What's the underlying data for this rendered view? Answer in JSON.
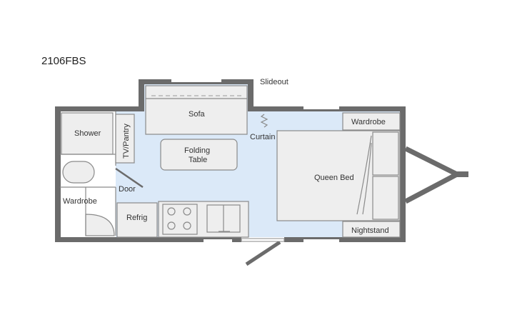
{
  "model": "2106FBS",
  "labels": {
    "slideout": "Slideout",
    "sofa": "Sofa",
    "curtain": "Curtain",
    "wardrobe_front": "Wardrobe",
    "shower": "Shower",
    "tv_pantry": "TV/Pantry",
    "folding_table_line1": "Folding",
    "folding_table_line2": "Table",
    "queen_bed": "Queen Bed",
    "door": "Door",
    "wardrobe_rear": "Wardrobe",
    "refrig": "Refrig",
    "nightstand": "Nightstand"
  },
  "colors": {
    "wall": "#6b6b6b",
    "floor": "#dbe9f8",
    "furniture": "#eeeeee",
    "outline": "#8a8a8a",
    "text": "#333333"
  }
}
